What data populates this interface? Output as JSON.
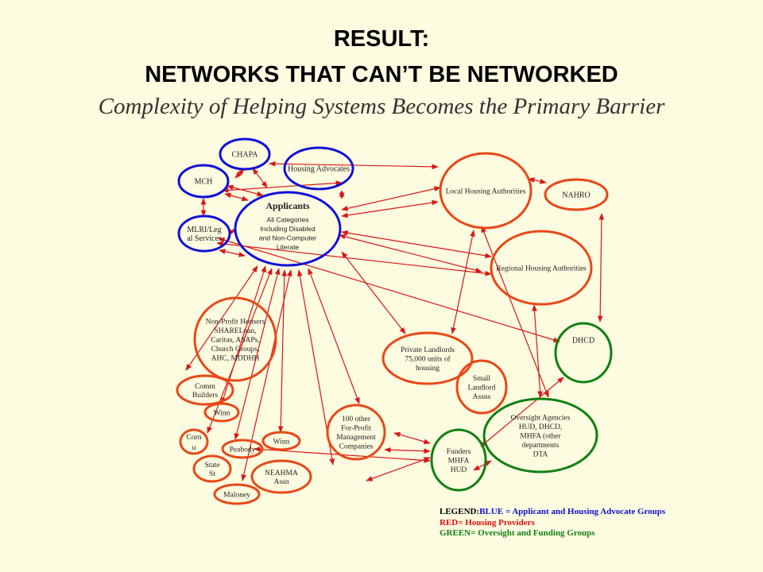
{
  "title_line1": "RESULT:",
  "title_line2": "NETWORKS THAT CAN’T BE NETWORKED",
  "subtitle": "Complexity of Helping Systems Becomes the Primary Barrier",
  "colors": {
    "blue": "#1010d8",
    "red": "#e84818",
    "green": "#108010",
    "arrow": "#d81818"
  },
  "nodes": [
    {
      "id": "chapa",
      "group": "blue",
      "lines": [
        "CHAPA"
      ]
    },
    {
      "id": "housing-advocates",
      "group": "blue",
      "lines": [
        "Housing Advocates"
      ]
    },
    {
      "id": "mch",
      "group": "blue",
      "lines": [
        "MCH"
      ]
    },
    {
      "id": "applicants",
      "group": "blue",
      "lines": [
        "Applicants",
        "All Categories",
        "Including Disabled",
        "and Non-Computer",
        "Literate"
      ]
    },
    {
      "id": "mlri",
      "group": "blue",
      "lines": [
        "MLRI/Leg",
        "al Services"
      ]
    },
    {
      "id": "local-housing",
      "group": "red",
      "lines": [
        "Local Housing Authorities"
      ]
    },
    {
      "id": "nahro",
      "group": "red",
      "lines": [
        "NAHRO"
      ]
    },
    {
      "id": "regional-housing",
      "group": "red",
      "lines": [
        "Regional Housing Authorities"
      ]
    },
    {
      "id": "non-profit",
      "group": "red",
      "lines": [
        "Non-Profit Housers",
        "SHARELoan,",
        "Caritas, ASAPs,",
        "Church Groups,",
        "AHC, MDDHH"
      ]
    },
    {
      "id": "private-landlords",
      "group": "red",
      "lines": [
        "Private Landlords",
        "75,000 units of",
        "housing"
      ]
    },
    {
      "id": "dhcd",
      "group": "green",
      "lines": [
        "DHCD"
      ]
    },
    {
      "id": "small-landlord",
      "group": "red",
      "lines": [
        "Small",
        "Landlord",
        "Assns"
      ]
    },
    {
      "id": "comm-builders",
      "group": "red",
      "lines": [
        "Comm",
        "Builders"
      ]
    },
    {
      "id": "winn-1",
      "group": "red",
      "lines": [
        "Winn"
      ]
    },
    {
      "id": "oversight",
      "group": "green",
      "lines": [
        "Oversight Agencies",
        "HUD, DHCD,",
        "MHFA (other",
        "departments",
        "DTA"
      ]
    },
    {
      "id": "hundred-other",
      "group": "red",
      "lines": [
        "100 other",
        "For-Profit",
        "Management",
        "Companies"
      ]
    },
    {
      "id": "corn",
      "group": "red",
      "lines": [
        "Corn",
        "u"
      ]
    },
    {
      "id": "winn-2",
      "group": "red",
      "lines": [
        "Winn"
      ]
    },
    {
      "id": "peabody",
      "group": "red",
      "lines": [
        "Peabody"
      ]
    },
    {
      "id": "funders",
      "group": "green",
      "lines": [
        "Funders",
        "MHFA",
        "HUD"
      ]
    },
    {
      "id": "state-st",
      "group": "red",
      "lines": [
        "State",
        "St"
      ]
    },
    {
      "id": "neahma",
      "group": "red",
      "lines": [
        "NEAHMA",
        "Assn"
      ]
    },
    {
      "id": "maloney",
      "group": "red",
      "lines": [
        "Maloney"
      ]
    }
  ],
  "legend": {
    "prefix": "LEGEND:",
    "blue_text": "BLUE = Applicant and Housing Advocate Groups",
    "red_text": "RED= Housing Providers",
    "green_text": "GREEN= Oversight and Funding Groups"
  }
}
